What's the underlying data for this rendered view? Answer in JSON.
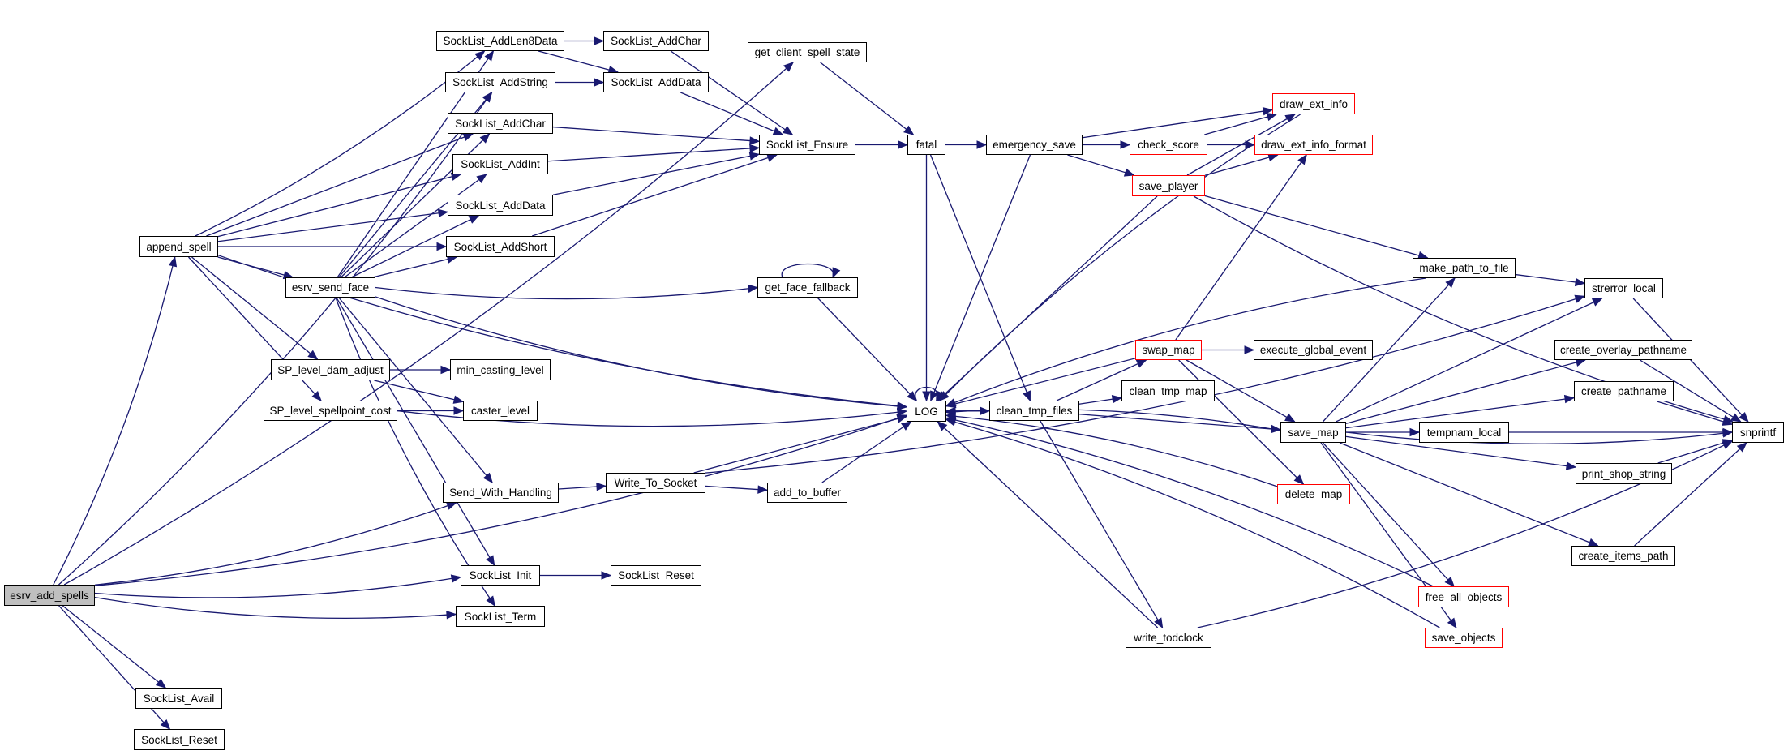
{
  "diagram": {
    "type": "call-graph",
    "root": "esrv_add_spells",
    "colors": {
      "edge": "#191970",
      "truncated_border": "#ff0000",
      "root_fill": "#bfbfbf",
      "node_border": "#000000"
    },
    "nodes": [
      {
        "id": "esrv_add_spells",
        "label": "esrv_add_spells",
        "root": true
      },
      {
        "id": "append_spell",
        "label": "append_spell"
      },
      {
        "id": "SockList_AddLen8Data",
        "label": "SockList_AddLen8Data"
      },
      {
        "id": "SockList_AddChar_a",
        "label": "SockList_AddChar"
      },
      {
        "id": "get_client_spell_state",
        "label": "get_client_spell_state"
      },
      {
        "id": "SockList_AddString",
        "label": "SockList_AddString"
      },
      {
        "id": "SockList_AddData_a",
        "label": "SockList_AddData"
      },
      {
        "id": "SockList_AddChar_b",
        "label": "SockList_AddChar"
      },
      {
        "id": "SockList_Ensure",
        "label": "SockList_Ensure"
      },
      {
        "id": "fatal",
        "label": "fatal"
      },
      {
        "id": "emergency_save",
        "label": "emergency_save"
      },
      {
        "id": "check_score",
        "label": "check_score",
        "truncated": true
      },
      {
        "id": "draw_ext_info",
        "label": "draw_ext_info",
        "truncated": true
      },
      {
        "id": "draw_ext_info_format",
        "label": "draw_ext_info_format",
        "truncated": true
      },
      {
        "id": "save_player",
        "label": "save_player",
        "truncated": true
      },
      {
        "id": "SockList_AddInt",
        "label": "SockList_AddInt"
      },
      {
        "id": "SockList_AddData_b",
        "label": "SockList_AddData"
      },
      {
        "id": "SockList_AddShort",
        "label": "SockList_AddShort"
      },
      {
        "id": "esrv_send_face",
        "label": "esrv_send_face"
      },
      {
        "id": "get_face_fallback",
        "label": "get_face_fallback"
      },
      {
        "id": "make_path_to_file",
        "label": "make_path_to_file"
      },
      {
        "id": "strerror_local",
        "label": "strerror_local"
      },
      {
        "id": "SP_level_dam_adjust",
        "label": "SP_level_dam_adjust"
      },
      {
        "id": "min_casting_level",
        "label": "min_casting_level"
      },
      {
        "id": "SP_level_spellpoint_cost",
        "label": "SP_level_spellpoint_cost"
      },
      {
        "id": "caster_level",
        "label": "caster_level"
      },
      {
        "id": "LOG",
        "label": "LOG"
      },
      {
        "id": "clean_tmp_files",
        "label": "clean_tmp_files"
      },
      {
        "id": "swap_map",
        "label": "swap_map",
        "truncated": true
      },
      {
        "id": "execute_global_event",
        "label": "execute_global_event"
      },
      {
        "id": "clean_tmp_map",
        "label": "clean_tmp_map"
      },
      {
        "id": "save_map",
        "label": "save_map"
      },
      {
        "id": "create_overlay_pathname",
        "label": "create_overlay_pathname"
      },
      {
        "id": "create_pathname",
        "label": "create_pathname"
      },
      {
        "id": "tempnam_local",
        "label": "tempnam_local"
      },
      {
        "id": "snprintf",
        "label": "snprintf"
      },
      {
        "id": "print_shop_string",
        "label": "print_shop_string"
      },
      {
        "id": "delete_map",
        "label": "delete_map",
        "truncated": true
      },
      {
        "id": "create_items_path",
        "label": "create_items_path"
      },
      {
        "id": "free_all_objects",
        "label": "free_all_objects",
        "truncated": true
      },
      {
        "id": "save_objects",
        "label": "save_objects",
        "truncated": true
      },
      {
        "id": "write_todclock",
        "label": "write_todclock"
      },
      {
        "id": "Send_With_Handling",
        "label": "Send_With_Handling"
      },
      {
        "id": "Write_To_Socket",
        "label": "Write_To_Socket"
      },
      {
        "id": "add_to_buffer",
        "label": "add_to_buffer"
      },
      {
        "id": "SockList_Init",
        "label": "SockList_Init"
      },
      {
        "id": "SockList_Reset_a",
        "label": "SockList_Reset"
      },
      {
        "id": "SockList_Term",
        "label": "SockList_Term"
      },
      {
        "id": "SockList_Avail",
        "label": "SockList_Avail"
      },
      {
        "id": "SockList_Reset_b",
        "label": "SockList_Reset"
      }
    ],
    "edges": [
      [
        "esrv_add_spells",
        "append_spell"
      ],
      [
        "esrv_add_spells",
        "get_client_spell_state"
      ],
      [
        "esrv_add_spells",
        "SockList_AddString"
      ],
      [
        "esrv_add_spells",
        "Send_With_Handling"
      ],
      [
        "esrv_add_spells",
        "SockList_Init"
      ],
      [
        "esrv_add_spells",
        "SockList_Term"
      ],
      [
        "esrv_add_spells",
        "LOG"
      ],
      [
        "esrv_add_spells",
        "SockList_Avail"
      ],
      [
        "esrv_add_spells",
        "SockList_Reset_b"
      ],
      [
        "append_spell",
        "SockList_AddLen8Data"
      ],
      [
        "append_spell",
        "SockList_AddChar_b"
      ],
      [
        "append_spell",
        "SockList_AddInt"
      ],
      [
        "append_spell",
        "SockList_AddData_b"
      ],
      [
        "append_spell",
        "SockList_AddShort"
      ],
      [
        "append_spell",
        "esrv_send_face"
      ],
      [
        "append_spell",
        "SP_level_dam_adjust"
      ],
      [
        "append_spell",
        "SP_level_spellpoint_cost"
      ],
      [
        "append_spell",
        "LOG"
      ],
      [
        "SockList_AddLen8Data",
        "SockList_AddChar_a"
      ],
      [
        "SockList_AddLen8Data",
        "SockList_AddData_a"
      ],
      [
        "SockList_AddString",
        "SockList_AddData_a"
      ],
      [
        "SockList_AddChar_a",
        "SockList_Ensure"
      ],
      [
        "SockList_AddData_a",
        "SockList_Ensure"
      ],
      [
        "SockList_AddChar_b",
        "SockList_Ensure"
      ],
      [
        "SockList_AddInt",
        "SockList_Ensure"
      ],
      [
        "SockList_AddData_b",
        "SockList_Ensure"
      ],
      [
        "SockList_AddShort",
        "SockList_Ensure"
      ],
      [
        "get_client_spell_state",
        "fatal"
      ],
      [
        "SockList_Ensure",
        "fatal"
      ],
      [
        "fatal",
        "emergency_save"
      ],
      [
        "fatal",
        "clean_tmp_files"
      ],
      [
        "fatal",
        "LOG"
      ],
      [
        "emergency_save",
        "check_score"
      ],
      [
        "emergency_save",
        "save_player"
      ],
      [
        "emergency_save",
        "draw_ext_info"
      ],
      [
        "emergency_save",
        "LOG"
      ],
      [
        "check_score",
        "draw_ext_info"
      ],
      [
        "check_score",
        "draw_ext_info_format"
      ],
      [
        "save_player",
        "draw_ext_info"
      ],
      [
        "save_player",
        "draw_ext_info_format"
      ],
      [
        "save_player",
        "make_path_to_file"
      ],
      [
        "save_player",
        "snprintf"
      ],
      [
        "save_player",
        "LOG"
      ],
      [
        "draw_ext_info",
        "LOG"
      ],
      [
        "esrv_send_face",
        "SockList_AddLen8Data"
      ],
      [
        "esrv_send_face",
        "SockList_AddString"
      ],
      [
        "esrv_send_face",
        "SockList_AddChar_b"
      ],
      [
        "esrv_send_face",
        "SockList_AddInt"
      ],
      [
        "esrv_send_face",
        "SockList_AddData_b"
      ],
      [
        "esrv_send_face",
        "SockList_AddShort"
      ],
      [
        "esrv_send_face",
        "get_face_fallback"
      ],
      [
        "esrv_send_face",
        "LOG"
      ],
      [
        "esrv_send_face",
        "Send_With_Handling"
      ],
      [
        "esrv_send_face",
        "SockList_Init"
      ],
      [
        "esrv_send_face",
        "SockList_Term"
      ],
      [
        "get_face_fallback",
        "get_face_fallback"
      ],
      [
        "get_face_fallback",
        "LOG"
      ],
      [
        "SP_level_dam_adjust",
        "min_casting_level"
      ],
      [
        "SP_level_dam_adjust",
        "caster_level"
      ],
      [
        "SP_level_spellpoint_cost",
        "caster_level"
      ],
      [
        "SP_level_spellpoint_cost",
        "LOG"
      ],
      [
        "Send_With_Handling",
        "Write_To_Socket"
      ],
      [
        "Write_To_Socket",
        "add_to_buffer"
      ],
      [
        "Write_To_Socket",
        "LOG"
      ],
      [
        "Write_To_Socket",
        "strerror_local"
      ],
      [
        "add_to_buffer",
        "LOG"
      ],
      [
        "SockList_Init",
        "SockList_Reset_a"
      ],
      [
        "LOG",
        "LOG"
      ],
      [
        "LOG",
        "clean_tmp_files"
      ],
      [
        "clean_tmp_files",
        "LOG"
      ],
      [
        "clean_tmp_files",
        "swap_map"
      ],
      [
        "clean_tmp_files",
        "clean_tmp_map"
      ],
      [
        "clean_tmp_files",
        "save_map"
      ],
      [
        "clean_tmp_files",
        "write_todclock"
      ],
      [
        "swap_map",
        "LOG"
      ],
      [
        "swap_map",
        "execute_global_event"
      ],
      [
        "swap_map",
        "save_map"
      ],
      [
        "swap_map",
        "delete_map"
      ],
      [
        "swap_map",
        "draw_ext_info_format"
      ],
      [
        "save_map",
        "LOG"
      ],
      [
        "save_map",
        "make_path_to_file"
      ],
      [
        "save_map",
        "strerror_local"
      ],
      [
        "save_map",
        "create_overlay_pathname"
      ],
      [
        "save_map",
        "create_pathname"
      ],
      [
        "save_map",
        "tempnam_local"
      ],
      [
        "save_map",
        "print_shop_string"
      ],
      [
        "save_map",
        "snprintf"
      ],
      [
        "save_map",
        "create_items_path"
      ],
      [
        "save_map",
        "free_all_objects"
      ],
      [
        "save_map",
        "save_objects"
      ],
      [
        "make_path_to_file",
        "LOG"
      ],
      [
        "make_path_to_file",
        "strerror_local"
      ],
      [
        "strerror_local",
        "snprintf"
      ],
      [
        "create_overlay_pathname",
        "snprintf"
      ],
      [
        "create_pathname",
        "snprintf"
      ],
      [
        "tempnam_local",
        "snprintf"
      ],
      [
        "print_shop_string",
        "snprintf"
      ],
      [
        "create_items_path",
        "snprintf"
      ],
      [
        "delete_map",
        "LOG"
      ],
      [
        "free_all_objects",
        "LOG"
      ],
      [
        "save_objects",
        "LOG"
      ],
      [
        "write_todclock",
        "LOG"
      ],
      [
        "write_todclock",
        "snprintf"
      ]
    ]
  }
}
